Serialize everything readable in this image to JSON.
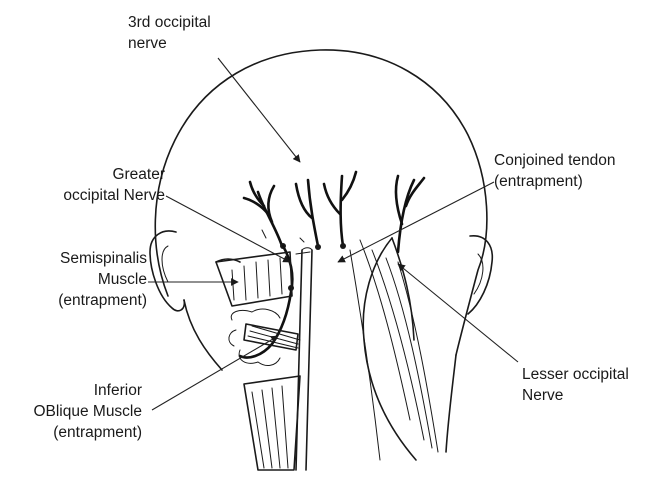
{
  "labels": {
    "third_occipital": [
      "3rd occipital",
      "nerve"
    ],
    "greater_occipital": [
      "Greater",
      "occipital Nerve"
    ],
    "semispinalis": [
      "Semispinalis",
      "Muscle",
      "(entrapment)"
    ],
    "inferior_oblique": [
      "Inferior",
      "OBlique Muscle",
      "(entrapment)"
    ],
    "conjoined_tendon": [
      "Conjoined tendon",
      "(entrapment)"
    ],
    "lesser_occipital": [
      "Lesser occipital",
      "Nerve"
    ]
  },
  "colors": {
    "ink": "#1a1a1a",
    "background": "#ffffff"
  }
}
